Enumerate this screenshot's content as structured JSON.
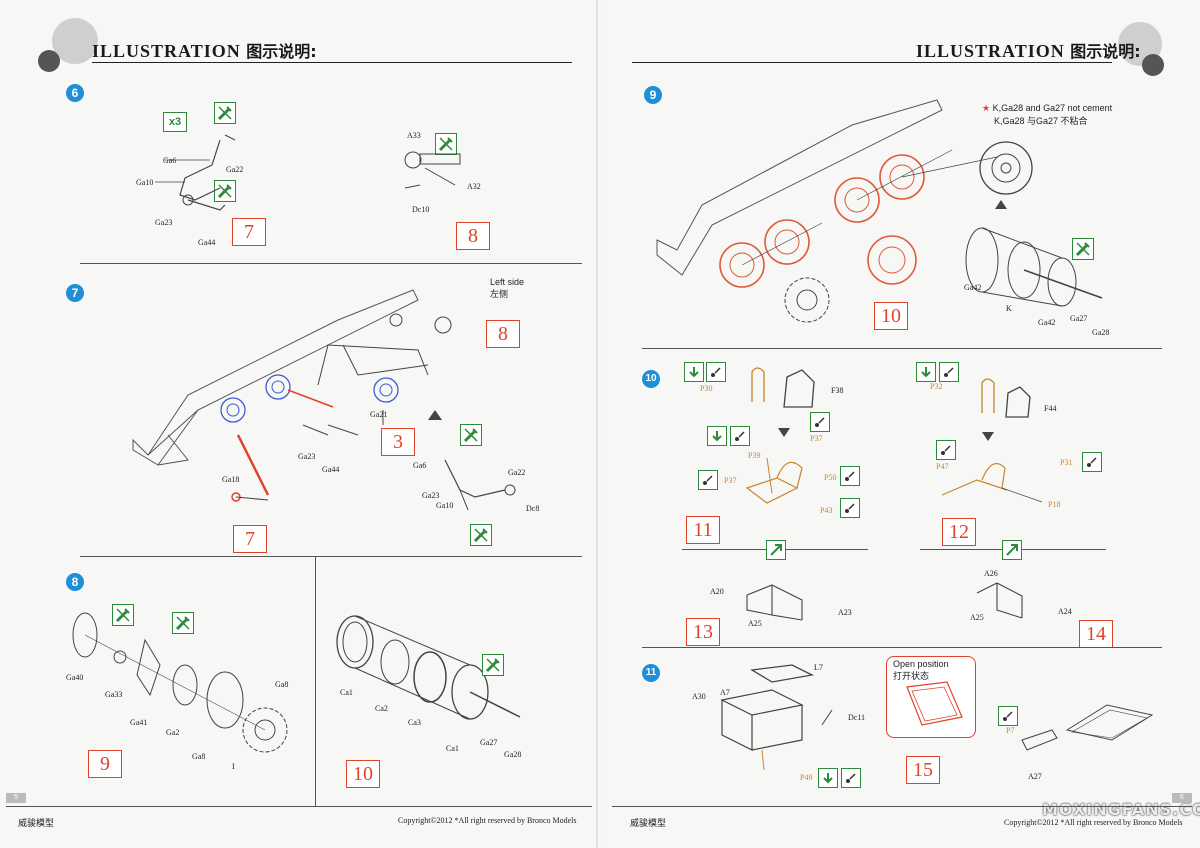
{
  "header": {
    "title_en": "ILLUSTRATION",
    "title_cn": "图示说明:"
  },
  "left_page": {
    "page_number": "5",
    "brand": "威骏模型",
    "copyright": "Copyright©2012  *All right reserved by Bronco Models",
    "step6": {
      "badge": "6",
      "multiplier": "x3",
      "labels": [
        "Ga6",
        "Ga22",
        "Ga10",
        "Ga23",
        "Ga44",
        "A33",
        "A32",
        "Dc10"
      ],
      "ref_boxes": [
        "7",
        "8"
      ]
    },
    "step7": {
      "badge": "7",
      "side_note_en": "Left side",
      "side_note_cn": "左侧",
      "labels": [
        "Ga21",
        "Ga23",
        "Ga44",
        "Ga18",
        "Ga6",
        "Ga22",
        "Ga23",
        "Ga10",
        "Dc8"
      ],
      "ref_boxes": [
        "8",
        "3",
        "7"
      ]
    },
    "step8": {
      "badge": "8",
      "labels": [
        "Ga40",
        "Ga33",
        "Ga41",
        "Ga2",
        "Ga8",
        "Ga8",
        "I",
        "Ca1",
        "Ca2",
        "Ca3",
        "Ca1",
        "Ga27",
        "Ga28"
      ],
      "ref_boxes": [
        "9",
        "10"
      ]
    }
  },
  "right_page": {
    "page_number": "6",
    "brand": "威骏模型",
    "copyright": "Copyright©2012  *All right reserved by Bronco Models",
    "watermark": "MOXINGFANS.COM",
    "step9": {
      "badge": "9",
      "note_en": "K,Ga28 and Ga27 not cement",
      "note_cn": "K,Ga28 与Ga27 不粘合",
      "labels": [
        "Ga42",
        "K",
        "Ga42",
        "Ga27",
        "Ga28"
      ],
      "ref_boxes": [
        "10"
      ]
    },
    "step10": {
      "badge": "10",
      "labels_left": [
        "P30",
        "F38",
        "P39",
        "P37",
        "P37",
        "P50",
        "P43"
      ],
      "labels_right": [
        "P32",
        "F44",
        "P47",
        "P31",
        "P18"
      ],
      "labels_bottom": [
        "A20",
        "A25",
        "A23",
        "A26",
        "A25",
        "A24"
      ],
      "ref_boxes": [
        "11",
        "12",
        "13",
        "14"
      ]
    },
    "step11": {
      "badge": "11",
      "open_position_en": "Open position",
      "open_position_cn": "打开状态",
      "labels": [
        "L7",
        "A30",
        "A7",
        "Dc11",
        "P49",
        "P7",
        "A27"
      ],
      "ref_boxes": [
        "15"
      ]
    }
  }
}
